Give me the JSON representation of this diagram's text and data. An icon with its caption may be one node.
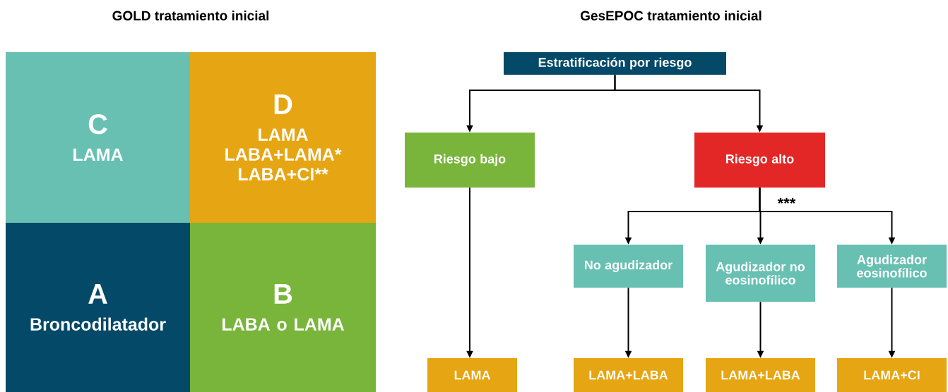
{
  "diagram": {
    "nodes": [
      {
        "text": [
          "C",
          "LAMA"
        ]
      },
      {
        "text": [
          "D",
          "LAMA",
          "LABA+LAMA*",
          "LABA+CI**"
        ]
      },
      {
        "text": [
          "A",
          "Broncodilatador"
        ]
      },
      {
        "text": [
          "B",
          "LABA o LAMA"
        ]
      },
      {
        "text": [
          "Estratificación por riesgo"
        ]
      },
      {
        "text": [
          "Riesgo bajo"
        ]
      },
      {
        "text": [
          "Riesgo alto"
        ]
      },
      {
        "text": [
          "No agudizador"
        ]
      },
      {
        "text": [
          "Agudizador no eosinofílico"
        ]
      },
      {
        "text": [
          "Agudizador eosinofílico"
        ]
      },
      {
        "text": [
          "LAMA"
        ]
      },
      {
        "text": [
          "LAMA+LABA"
        ]
      },
      {
        "text": [
          "LAMA+LABA"
        ]
      },
      {
        "text": [
          "LAMA+CI"
        ]
      }
    ],
    "edges": [
      {
        "from": 4,
        "to": 5,
        "arrow": "to"
      },
      {
        "from": 4,
        "to": 6,
        "arrow": "to"
      },
      {
        "from": 6,
        "to": 7,
        "arrow": "to"
      },
      {
        "from": 6,
        "to": 8,
        "arrow": "to",
        "label": "***"
      },
      {
        "from": 6,
        "to": 9,
        "arrow": "to"
      },
      {
        "from": 5,
        "to": 10,
        "arrow": "to"
      },
      {
        "from": 7,
        "to": 11,
        "arrow": "to"
      },
      {
        "from": 8,
        "to": 12,
        "arrow": "to"
      },
      {
        "from": 9,
        "to": 13,
        "arrow": "to"
      }
    ],
    "labels": [
      "GOLD tratamiento inicial",
      "GesEPOC tratamiento inicial"
    ]
  }
}
